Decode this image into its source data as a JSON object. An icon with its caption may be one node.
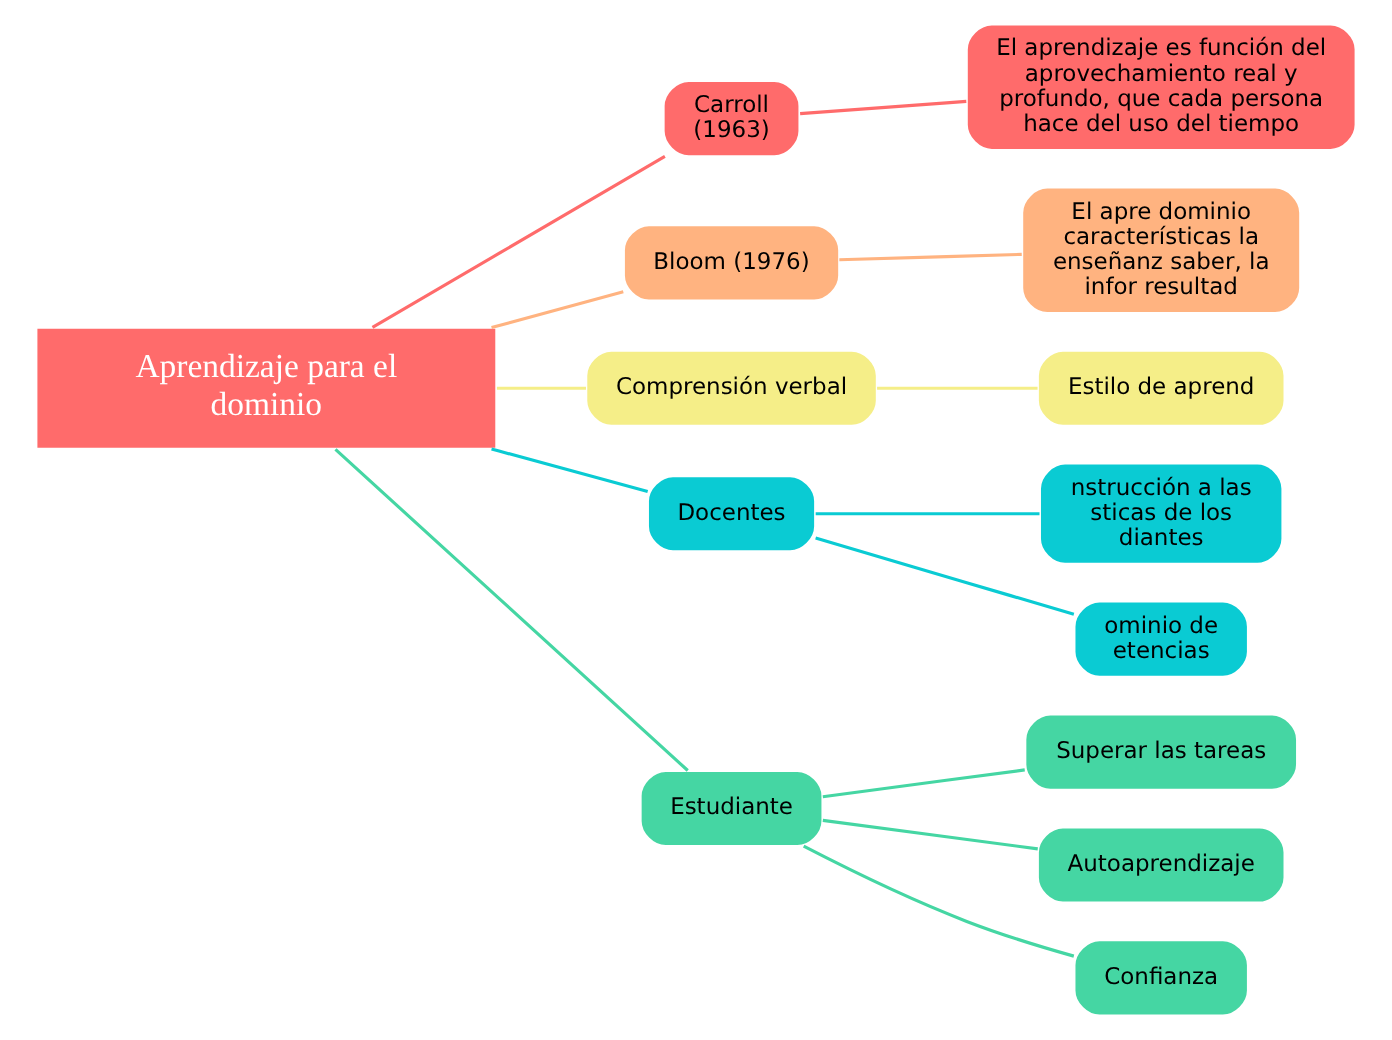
{
  "diagram": {
    "nodes": [
      {
        "text": [
          "Aprendizaje para el dominio"
        ]
      },
      {
        "text": [
          "Carroll (1963)"
        ]
      },
      {
        "text": [
          "El aprendizaje es función del aprovechamiento real y profundo, que cada persona hace del uso del tiempo"
        ]
      },
      {
        "text": [
          "Bloom (1976)"
        ]
      },
      {
        "text": [
          "El apre dominio características la enseñanz saber, la infor resultad"
        ]
      },
      {
        "text": [
          "Comprensión verbal"
        ]
      },
      {
        "text": [
          "Estilo de aprend"
        ]
      },
      {
        "text": [
          "Docentes"
        ]
      },
      {
        "text": [
          "nstrucción a las sticas de los diantes"
        ]
      },
      {
        "text": [
          "ominio de etencias"
        ]
      },
      {
        "text": [
          "Estudiante"
        ]
      },
      {
        "text": [
          "Superar las tareas"
        ]
      },
      {
        "text": [
          "Autoaprendizaje"
        ]
      },
      {
        "text": [
          "Confianza"
        ]
      }
    ],
    "edges": [
      {
        "from": 0,
        "to": 1,
        "arrow": "none",
        "color": "#ff6b6b"
      },
      {
        "from": 1,
        "to": 2,
        "arrow": "none",
        "color": "#ff6b6b"
      },
      {
        "from": 0,
        "to": 3,
        "arrow": "none",
        "color": "#ffb380"
      },
      {
        "from": 3,
        "to": 4,
        "arrow": "none",
        "color": "#ffb380"
      },
      {
        "from": 0,
        "to": 5,
        "arrow": "none",
        "color": "#f5ee88"
      },
      {
        "from": 5,
        "to": 6,
        "arrow": "none",
        "color": "#f5ee88"
      },
      {
        "from": 0,
        "to": 7,
        "arrow": "none",
        "color": "#0acbd3"
      },
      {
        "from": 7,
        "to": 8,
        "arrow": "none",
        "color": "#0acbd3"
      },
      {
        "from": 7,
        "to": 9,
        "arrow": "none",
        "color": "#0acbd3"
      },
      {
        "from": 0,
        "to": 10,
        "arrow": "none",
        "color": "#45d6a3"
      },
      {
        "from": 10,
        "to": 11,
        "arrow": "none",
        "color": "#45d6a3"
      },
      {
        "from": 10,
        "to": 12,
        "arrow": "none",
        "color": "#45d6a3"
      },
      {
        "from": 10,
        "to": 13,
        "arrow": "none",
        "color": "#45d6a3"
      }
    ]
  }
}
